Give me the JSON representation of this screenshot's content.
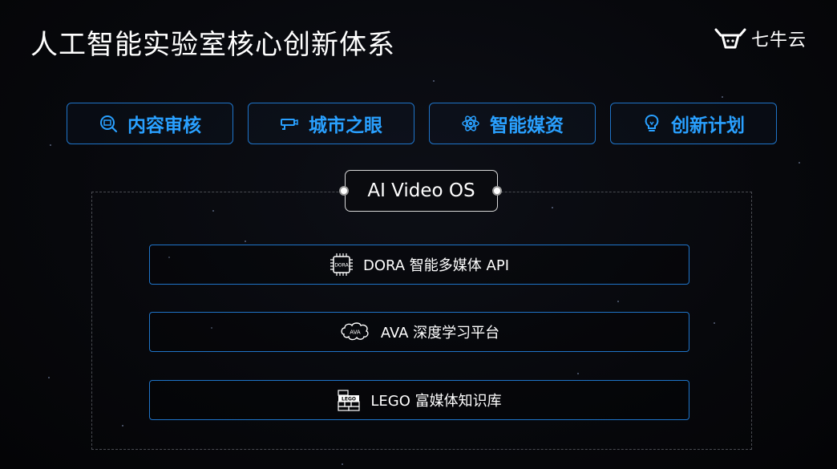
{
  "slide": {
    "title": "人工智能实验室核心创新体系",
    "logo_text": "七牛云"
  },
  "modules": [
    {
      "label": "内容审核",
      "icon": "content-review-icon"
    },
    {
      "label": "城市之眼",
      "icon": "camera-icon"
    },
    {
      "label": "智能媒资",
      "icon": "atom-icon"
    },
    {
      "label": "创新计划",
      "icon": "lightbulb-icon"
    }
  ],
  "platform": {
    "os_label": "AI Video OS",
    "layers": [
      {
        "label": "DORA 智能多媒体 API",
        "icon": "chip-icon",
        "icon_text": "DORA"
      },
      {
        "label": "AVA 深度学习平台",
        "icon": "brain-icon",
        "icon_text": "AVA"
      },
      {
        "label": "LEGO 富媒体知识库",
        "icon": "lego-blocks-icon",
        "icon_text": "LEGO"
      }
    ]
  },
  "colors": {
    "accent_blue": "#29a0ff",
    "border_blue": "#1f74c8",
    "background": "#07080c"
  }
}
